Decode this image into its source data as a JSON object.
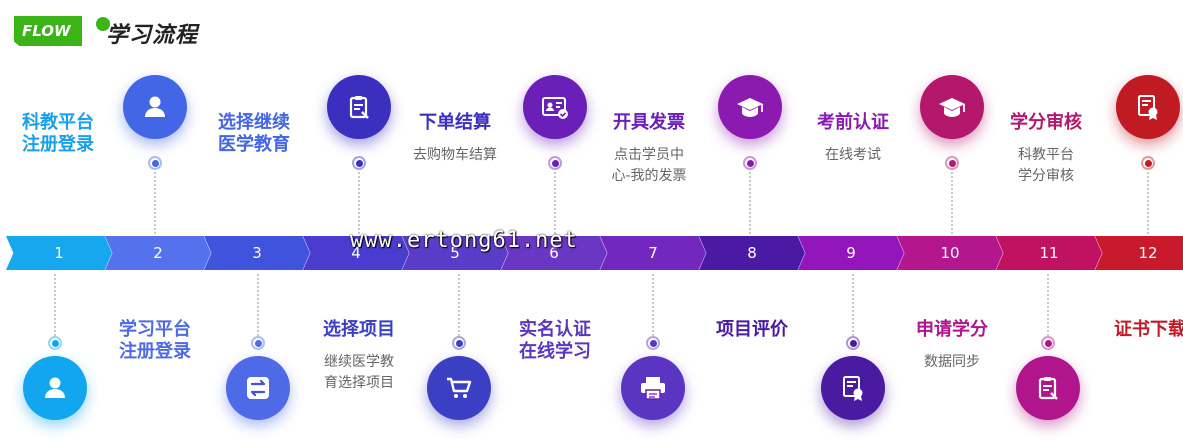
{
  "header": {
    "badge": "FLOW",
    "title": "学习流程"
  },
  "watermark": "www.ertong61.net",
  "arrows": [
    {
      "num": "1",
      "color": "#17a7ee"
    },
    {
      "num": "2",
      "color": "#5472ee"
    },
    {
      "num": "3",
      "color": "#3f53dd"
    },
    {
      "num": "4",
      "color": "#4a3cce"
    },
    {
      "num": "5",
      "color": "#5b3cc8"
    },
    {
      "num": "6",
      "color": "#6a36c4"
    },
    {
      "num": "7",
      "color": "#7228be"
    },
    {
      "num": "8",
      "color": "#4b1aa5"
    },
    {
      "num": "9",
      "color": "#9316bd"
    },
    {
      "num": "10",
      "color": "#b4168d"
    },
    {
      "num": "11",
      "color": "#c01260"
    },
    {
      "num": "12",
      "color": "#c81a2c"
    }
  ],
  "top_steps": [
    {
      "title": "科教平台\n注册登录",
      "desc": "",
      "color": "#1aa0ea",
      "icon": ""
    },
    {
      "title": "选择继续\n医学教育",
      "desc": "",
      "color": "#4366e6",
      "icon": "user-icon"
    },
    {
      "title": "下单结算",
      "desc": "去购物车结算",
      "color": "#3b2fc0",
      "icon": "clipboard-icon"
    },
    {
      "title": "开具发票",
      "desc": "点击学员中\n心-我的发票",
      "color": "#6a1fb8",
      "icon": "id-card-icon"
    },
    {
      "title": "考前认证",
      "desc": "在线考试",
      "color": "#8a1ab0",
      "icon": "graduation-cap-icon"
    },
    {
      "title": "学分审核",
      "desc": "科教平台\n学分审核",
      "color": "#b3186c",
      "icon": "graduation-cap-icon"
    },
    {
      "title": "",
      "desc": "",
      "color": "#c01a22",
      "icon": "certificate-icon"
    }
  ],
  "bottom_steps": [
    {
      "title": "",
      "desc": "",
      "color": "#12a6ee",
      "icon": "user-icon"
    },
    {
      "title": "学习平台\n注册登录",
      "desc": "",
      "color": "#4e6ae6",
      "icon": "swap-icon"
    },
    {
      "title": "选择项目",
      "desc": "继续医学教\n育选择项目",
      "color": "#3b3fc4",
      "icon": "cart-icon"
    },
    {
      "title": "实名认证\n在线学习",
      "desc": "",
      "color": "#5a35c2",
      "icon": "printer-icon"
    },
    {
      "title": "项目评价",
      "desc": "",
      "color": "#4a1aa0",
      "icon": "certificate-icon"
    },
    {
      "title": "申请学分",
      "desc": "数据同步",
      "color": "#b0158c",
      "icon": "clipboard-icon"
    },
    {
      "title": "证书下载",
      "desc": "",
      "color": "#c41a28",
      "icon": ""
    }
  ]
}
